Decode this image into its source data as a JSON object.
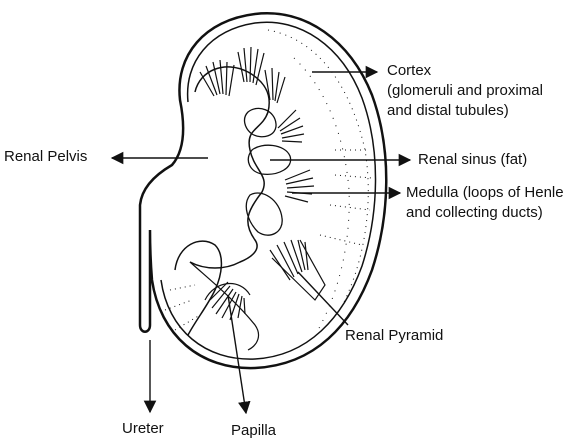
{
  "labels": {
    "cortex": [
      "Cortex",
      "(glomeruli and proximal",
      "and distal tubules)"
    ],
    "renal_pelvis": "Renal Pelvis",
    "renal_sinus": "Renal sinus (fat)",
    "medulla": [
      "Medulla (loops of Henle",
      "and collecting ducts)"
    ],
    "renal_pyramid": "Renal Pyramid",
    "ureter": "Ureter",
    "papilla": "Papilla"
  },
  "colors": {
    "ink": "#111111",
    "background": "#ffffff"
  }
}
